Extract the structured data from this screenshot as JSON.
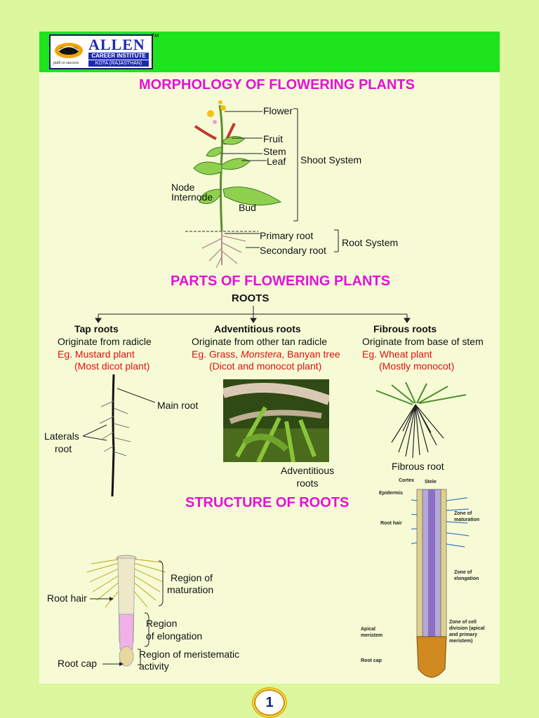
{
  "header": {
    "brand": "ALLEN",
    "sub1": "CAREER INSTITUTE",
    "sub2": "KOTA (RAJASTHAN)",
    "tagline": "path to success",
    "trademark": "TM",
    "band_color": "#1ee41e"
  },
  "sections": {
    "morphology_title": "MORPHOLOGY OF FLOWERING PLANTS",
    "parts_title": "PARTS OF FLOWERING PLANTS",
    "roots_heading": "ROOTS",
    "structure_title": "STRUCTURE OF ROOTS"
  },
  "plant_diagram": {
    "flower": "Flower",
    "fruit": "Fruit",
    "stem": "Stem",
    "leaf": "Leaf",
    "shoot_system": "Shoot System",
    "node": "Node",
    "internode": "Internode",
    "bud": "Bud",
    "primary_root": "Primary root",
    "secondary_root": "Secondary root",
    "root_system": "Root System"
  },
  "root_types": [
    {
      "name": "Tap roots",
      "origin": "Originate from radicle",
      "eg": "Eg. Mustard plant",
      "note": "(Most dicot plant)"
    },
    {
      "name": "Adventitious roots",
      "origin": "Originate from other tan radicle",
      "eg_prefix": "Eg. Grass, ",
      "eg_italic": "Monstera",
      "eg_suffix": ", Banyan tree",
      "note": "(Dicot and monocot plant)"
    },
    {
      "name": "Fibrous roots",
      "origin": "Originate from base of stem",
      "eg": "Eg. Wheat plant",
      "note": "(Mostly monocot)"
    }
  ],
  "root_figures": {
    "main_root": "Main root",
    "laterals_root_line1": "Laterals",
    "laterals_root_line2": "root",
    "adventitious_line1": "Adventitious",
    "adventitious_line2": "roots",
    "fibrous_root": "Fibrous root"
  },
  "root_regions": {
    "maturation_line1": "Region of",
    "maturation_line2": "maturation",
    "root_hair": "Root hair",
    "elongation_line1": "Region",
    "elongation_line2": "of elongation",
    "meristematic_line1": "Region of meristematic",
    "meristematic_line2": "activity",
    "root_cap": "Root cap"
  },
  "section_diagram": {
    "cortex": "Cortex",
    "stele": "Stele",
    "epidermis": "Epidermis",
    "root_hair": "Root hair",
    "zone_maturation_1": "Zone of",
    "zone_maturation_2": "maturation",
    "zone_elongation_1": "Zone of",
    "zone_elongation_2": "elongation",
    "zone_cell_div_1": "Zone of cell",
    "zone_cell_div_2": "division (apical",
    "zone_cell_div_3": "and primary",
    "zone_cell_div_4": "meristem)",
    "apical_meristem_1": "Apical",
    "apical_meristem_2": "meristem",
    "root_cap": "Root cap"
  },
  "page_number": "1",
  "colors": {
    "heading": "#e511d6",
    "example": "#e30f0f",
    "background": "#dcf79d",
    "panel": "#f6fbd6"
  }
}
